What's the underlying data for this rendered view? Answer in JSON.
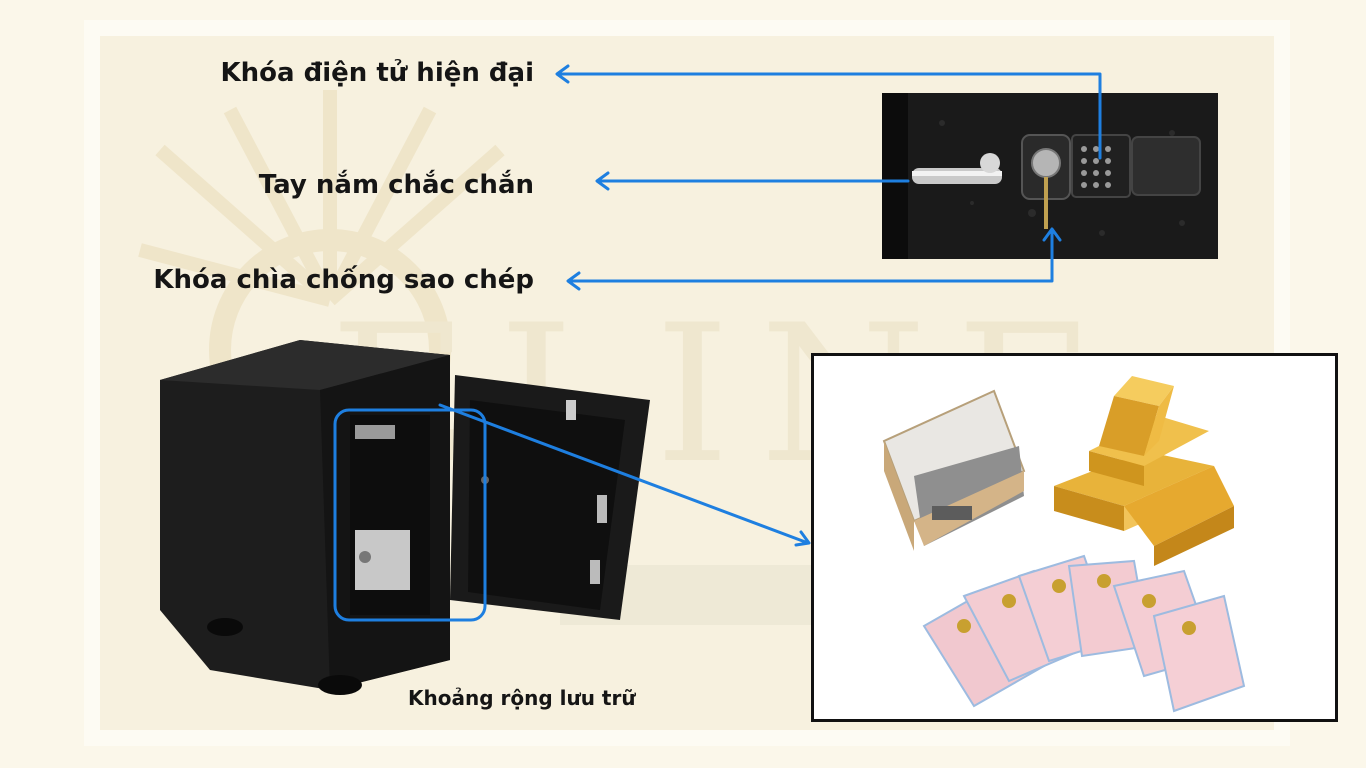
{
  "labels": {
    "electronic_lock": "Khóa điện tử hiện đại",
    "handle": "Tay nắm chắc chắn",
    "key_lock": "Khóa chìa chống sao chép",
    "storage": "Khoảng rộng lưu trữ"
  },
  "watermark": "ELINE",
  "colors": {
    "arrow": "#1e7fe0",
    "background": "#fbf7ea",
    "safe_body": "#1c1c1c"
  }
}
